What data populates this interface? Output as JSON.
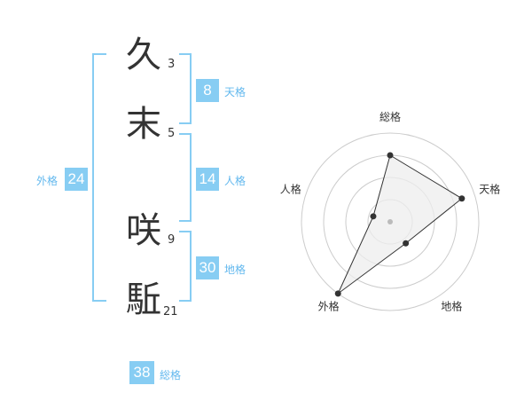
{
  "name_chars": [
    {
      "char": "久",
      "strokes": "3"
    },
    {
      "char": "末",
      "strokes": "5"
    },
    {
      "char": "咲",
      "strokes": "9"
    },
    {
      "char": "駈",
      "strokes": "21"
    }
  ],
  "fortunes": {
    "tenkaku": {
      "value": "8",
      "label": "天格"
    },
    "jinkaku": {
      "value": "14",
      "label": "人格"
    },
    "chikaku": {
      "value": "30",
      "label": "地格"
    },
    "gaikaku": {
      "value": "24",
      "label": "外格"
    },
    "soukaku": {
      "value": "38",
      "label": "総格"
    }
  },
  "chart_data": {
    "type": "radar",
    "axes": [
      "総格",
      "天格",
      "地格",
      "外格",
      "人格"
    ],
    "values": [
      0.75,
      0.85,
      0.3,
      1.0,
      0.2
    ],
    "rings": 4,
    "colors": {
      "fill": "#eeeeee",
      "line": "#333333",
      "grid": "#cccccc",
      "center": "#bbbbbb"
    }
  }
}
